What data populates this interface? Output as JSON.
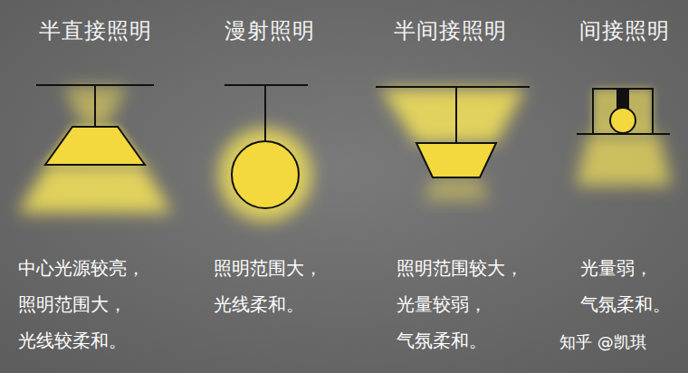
{
  "diagram": {
    "labels": [
      "半直接照明",
      "漫射照明",
      "半间接照明",
      "间接照明",
      "中心光源较亮， 照明范围大， 光线较柔和。",
      "照明范围大， 光线柔和。",
      "照明范围较大， 光量较弱， 气氛柔和。",
      "光量弱， 气氛柔和。",
      "知乎 @凯琪"
    ]
  }
}
